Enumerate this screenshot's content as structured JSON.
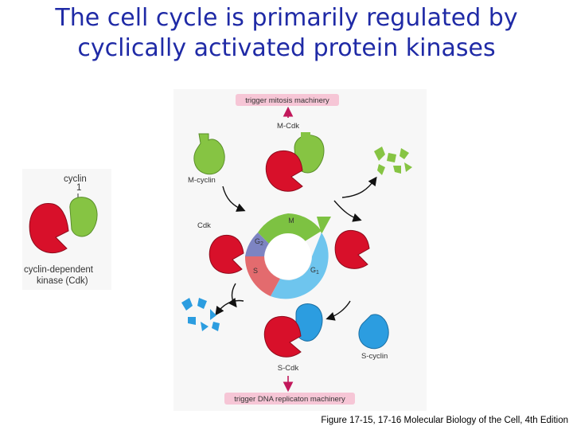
{
  "slide": {
    "title_line1": "The cell cycle is primarily regulated by",
    "title_line2": "cyclically activated protein kinases",
    "caption": "Figure 17-15, 17-16 Molecular Biology of the Cell, 4th Edition"
  },
  "diagram": {
    "top_banner": "trigger mitosis machinery",
    "bottom_banner": "trigger DNA replicaton machinery",
    "m_cdk": "M-Cdk",
    "s_cdk": "S-Cdk",
    "m_cyclin": "M-cyclin",
    "s_cyclin": "S-cyclin",
    "cdk": "Cdk",
    "phases": {
      "m": "M",
      "g2": "G",
      "g2_sub": "2",
      "s": "S",
      "g1": "G",
      "g1_sub": "1"
    },
    "inset": {
      "cyclin": "cyclin",
      "kinase_line1": "cyclin-dependent",
      "kinase_line2": "kinase (Cdk)"
    }
  },
  "colors": {
    "title": "#1f2aa6",
    "cdk_red": "#d8102a",
    "m_cyclin_green": "#86c443",
    "s_cyclin_blue": "#2c9de0",
    "banner_pink": "#f6c6d6",
    "phase_m": "#7dc242",
    "phase_g2": "#7d84c2",
    "phase_s": "#e36b6e",
    "phase_g1": "#6ec5ee"
  }
}
